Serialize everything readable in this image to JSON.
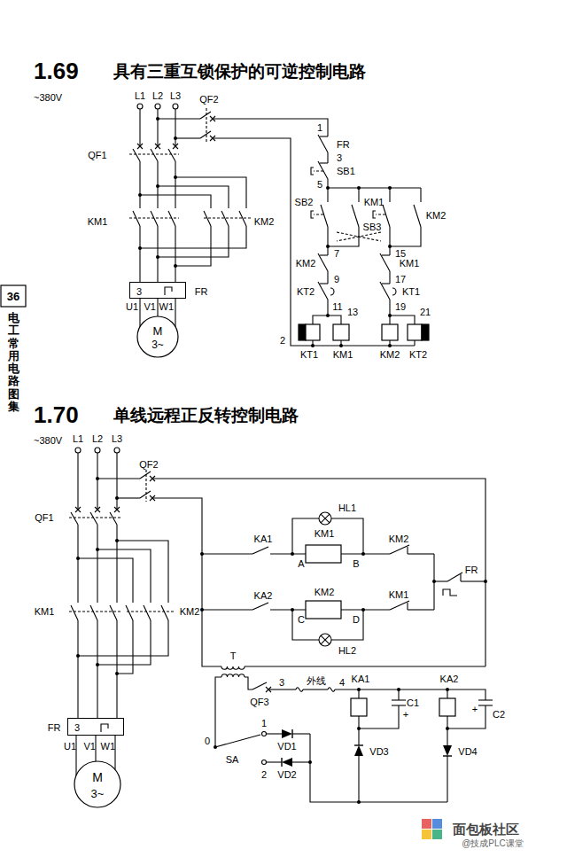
{
  "diagram": {
    "nodes": [
      {
        "text": [
          "3",
          "FR"
        ]
      },
      {
        "text": [
          "M",
          "3~"
        ]
      },
      {
        "text": [
          "FR",
          "3"
        ]
      },
      {
        "text": [
          "M",
          "3~"
        ]
      }
    ],
    "edges": [
      {
        "from": 0,
        "to": 1,
        "arrow": "none"
      },
      {
        "from": 0,
        "to": 1,
        "arrow": "none"
      },
      {
        "from": 0,
        "to": 1,
        "arrow": "none"
      },
      {
        "from": 2,
        "to": 3,
        "arrow": "none"
      },
      {
        "from": 2,
        "to": 3,
        "arrow": "none"
      },
      {
        "from": 2,
        "to": 3,
        "arrow": "none"
      }
    ],
    "labels": [
      "1.69",
      "具有三重互锁保护的可逆控制电路",
      "~380V",
      "L1",
      "L2",
      "L3",
      "QF2",
      "QF1",
      "KM1",
      "KM2",
      "U1",
      "V1",
      "W1",
      "1",
      "FR",
      "3",
      "SB1",
      "5",
      "KM1",
      "SB2",
      "KM2",
      "SB3",
      "7",
      "15",
      "KM2",
      "9",
      "17",
      "KM1",
      "KT2",
      "11",
      "19",
      "KT1",
      "13",
      "21",
      "KT1",
      "KM1",
      "KM2",
      "KT2",
      "2",
      "1.70",
      "单线远程正反转控制电路",
      "~380V",
      "L1",
      "L2",
      "L3",
      "QF2",
      "QF1",
      "KM1",
      "KM2",
      "U1",
      "V1",
      "W1",
      "HL1",
      "KA1",
      "A",
      "KM1",
      "B",
      "KM2",
      "FR",
      "KA2",
      "C",
      "KM2",
      "D",
      "KM1",
      "HL2",
      "T",
      "3",
      "外线",
      "4",
      "QF3",
      "KA1",
      "C1",
      "+",
      "KA2",
      "+",
      "C2",
      "0",
      "SA",
      "1",
      "VD1",
      "2",
      "VD2",
      "VD3",
      "VD4",
      "36",
      "电工常用电路图集",
      "面包板社区",
      "@技成PLC课堂"
    ]
  }
}
